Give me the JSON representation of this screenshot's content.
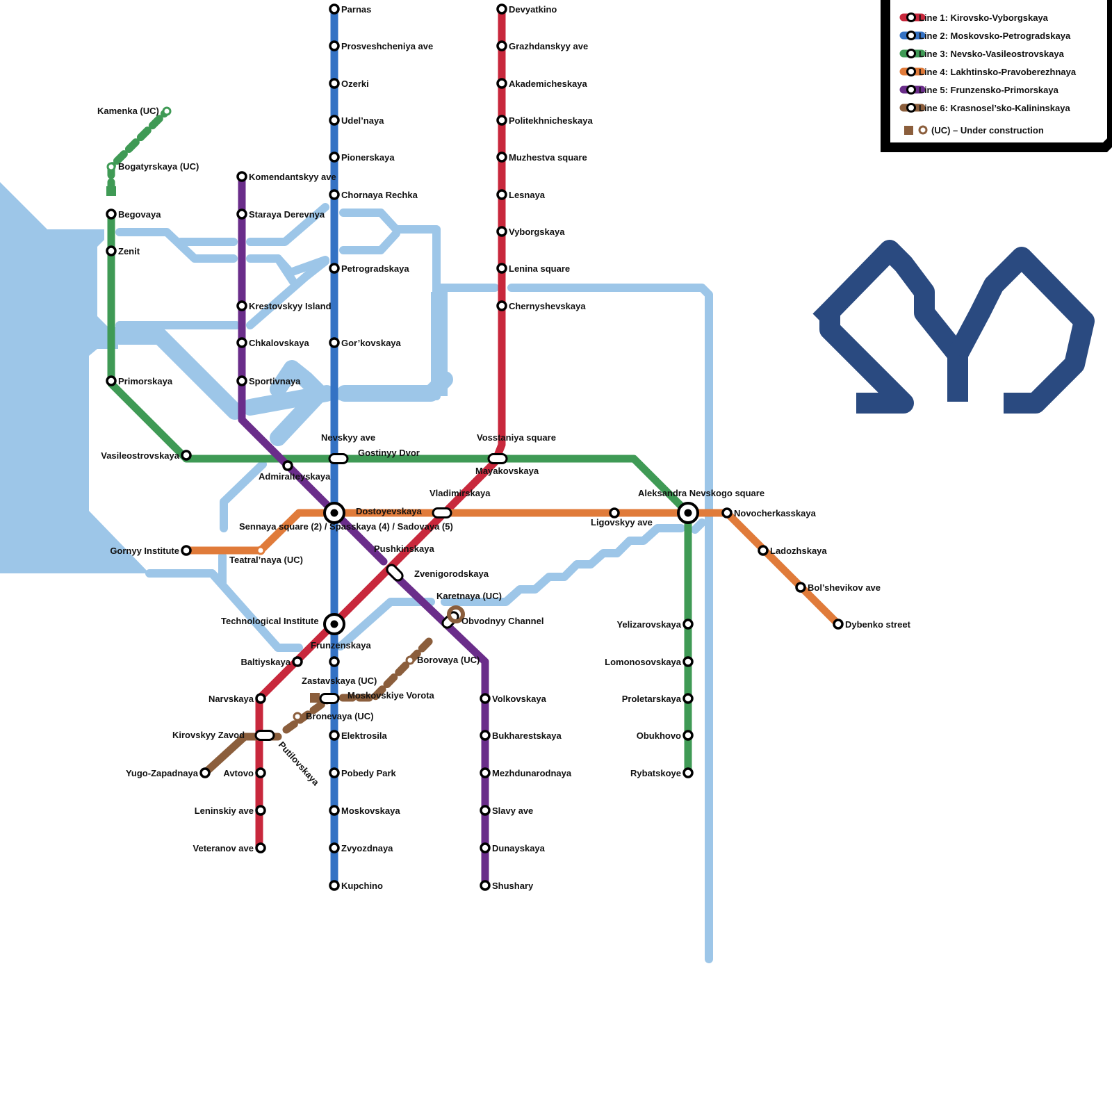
{
  "colors": {
    "water": "#9dc6e8",
    "line1": "#c8283c",
    "line2": "#3472c4",
    "line3": "#3f9a55",
    "line4": "#e07b3a",
    "line5": "#6a2d8a",
    "line6": "#8b5e3c",
    "logo": "#2a4a80"
  },
  "logo": {
    "name": "spb-metro-logo-icon"
  },
  "legend": {
    "items": [
      {
        "id": "line1",
        "label": "Line 1: Kirovsko-Vyborgskaya",
        "color": "#c8283c"
      },
      {
        "id": "line2",
        "label": "Line 2: Moskovsko-Petrogradskaya",
        "color": "#3472c4"
      },
      {
        "id": "line3",
        "label": "Line 3: Nevsko-Vasileostrovskaya",
        "color": "#3f9a55"
      },
      {
        "id": "line4",
        "label": "Line 4: Lakhtinsko-Pravoberezhnaya",
        "color": "#e07b3a"
      },
      {
        "id": "line5",
        "label": "Line 5: Frunzensko-Primorskaya",
        "color": "#6a2d8a"
      },
      {
        "id": "line6",
        "label": "Line 6: Krasnosel’sko-Kalininskaya",
        "color": "#8b5e3c"
      }
    ],
    "uc_label": "(UC) – Under construction"
  },
  "stations": [
    {
      "key": "parnas",
      "name": "Parnas"
    },
    {
      "key": "prosveshcheniya",
      "name": "Prosveshcheniya ave"
    },
    {
      "key": "ozerki",
      "name": "Ozerki"
    },
    {
      "key": "udelnaya",
      "name": "Udel’naya"
    },
    {
      "key": "pionerskaya",
      "name": "Pionerskaya"
    },
    {
      "key": "chornaya",
      "name": "Chornaya Rechka"
    },
    {
      "key": "petrogradskaya",
      "name": "Petrogradskaya"
    },
    {
      "key": "gorkovskaya",
      "name": "Gor’kovskaya"
    },
    {
      "key": "nevskyy",
      "name": "Nevskyy ave"
    },
    {
      "key": "gostinyy",
      "name": "Gostinyy Dvor"
    },
    {
      "key": "sennaya",
      "name": "Sennaya square (2) / Spasskaya (4) / Sadovaya (5)"
    },
    {
      "key": "technological",
      "name": "Technological Institute"
    },
    {
      "key": "frunzenskaya",
      "name": "Frunzenskaya"
    },
    {
      "key": "moskovskiye",
      "name": "Moskovskiye Vorota"
    },
    {
      "key": "elektrosila",
      "name": "Elektrosila"
    },
    {
      "key": "pobedy",
      "name": "Pobedy Park"
    },
    {
      "key": "moskovskaya",
      "name": "Moskovskaya"
    },
    {
      "key": "zvyozdnaya",
      "name": "Zvyozdnaya"
    },
    {
      "key": "kupchino",
      "name": "Kupchino"
    },
    {
      "key": "devyatkino",
      "name": "Devyatkino"
    },
    {
      "key": "grazhdanskyy",
      "name": "Grazhdanskyy ave"
    },
    {
      "key": "akademicheskaya",
      "name": "Akademicheskaya"
    },
    {
      "key": "politekh",
      "name": "Politekhnicheskaya"
    },
    {
      "key": "muzhestva",
      "name": "Muzhestva square"
    },
    {
      "key": "lesnaya",
      "name": "Lesnaya"
    },
    {
      "key": "vyborgskaya",
      "name": "Vyborgskaya"
    },
    {
      "key": "lenina",
      "name": "Lenina square"
    },
    {
      "key": "chernyshevskaya",
      "name": "Chernyshevskaya"
    },
    {
      "key": "vosstaniya",
      "name": "Vosstaniya square"
    },
    {
      "key": "mayakovskaya",
      "name": "Mayakovskaya"
    },
    {
      "key": "vladimirskaya",
      "name": "Vladimirskaya"
    },
    {
      "key": "dostoyevskaya",
      "name": "Dostoyevskaya"
    },
    {
      "key": "pushkinskaya",
      "name": "Pushkinskaya"
    },
    {
      "key": "baltiyskaya",
      "name": "Baltiyskaya"
    },
    {
      "key": "narvskaya",
      "name": "Narvskaya"
    },
    {
      "key": "kirovskyy",
      "name": "Kirovskyy Zavod"
    },
    {
      "key": "avtovo",
      "name": "Avtovo"
    },
    {
      "key": "leninskiy",
      "name": "Leninskiy ave"
    },
    {
      "key": "veteranov",
      "name": "Veteranov ave"
    },
    {
      "key": "kamenka",
      "name": "Kamenka (UC)"
    },
    {
      "key": "bogatyrskaya",
      "name": "Bogatyrskaya (UC)"
    },
    {
      "key": "begovaya",
      "name": "Begovaya"
    },
    {
      "key": "zenit",
      "name": "Zenit"
    },
    {
      "key": "primorskaya",
      "name": "Primorskaya"
    },
    {
      "key": "vasileostrovskaya",
      "name": "Vasileostrovskaya"
    },
    {
      "key": "admiralteyskaya",
      "name": "Admiralteyskaya"
    },
    {
      "key": "aleksandra",
      "name": "Aleksandra Nevskogo square"
    },
    {
      "key": "yelizarovskaya",
      "name": "Yelizarovskaya"
    },
    {
      "key": "lomonosovskaya",
      "name": "Lomonosovskaya"
    },
    {
      "key": "proletarskaya",
      "name": "Proletarskaya"
    },
    {
      "key": "obukhovo",
      "name": "Obukhovo"
    },
    {
      "key": "rybatskoye",
      "name": "Rybatskoye"
    },
    {
      "key": "gornyy",
      "name": "Gornyy Institute"
    },
    {
      "key": "teatralnaya",
      "name": "Teatral’naya (UC)"
    },
    {
      "key": "ligovskyy",
      "name": "Ligovskyy ave"
    },
    {
      "key": "novocherkasskaya",
      "name": "Novocherkasskaya"
    },
    {
      "key": "ladozhskaya",
      "name": "Ladozhskaya"
    },
    {
      "key": "bolshevikov",
      "name": "Bol’shevikov ave"
    },
    {
      "key": "dybenko",
      "name": "Dybenko street"
    },
    {
      "key": "komendantskyy",
      "name": "Komendantskyy ave"
    },
    {
      "key": "staraya",
      "name": "Staraya Derevnya"
    },
    {
      "key": "krestovskyy",
      "name": "Krestovskyy Island"
    },
    {
      "key": "chkalovskaya",
      "name": "Chkalovskaya"
    },
    {
      "key": "sportivnaya",
      "name": "Sportivnaya"
    },
    {
      "key": "zvenigorodskaya",
      "name": "Zvenigorodskaya"
    },
    {
      "key": "obvodnyy",
      "name": "Obvodnyy Channel"
    },
    {
      "key": "volkovskaya",
      "name": "Volkovskaya"
    },
    {
      "key": "bukharestskaya",
      "name": "Bukharestskaya"
    },
    {
      "key": "mezhdunarodnaya",
      "name": "Mezhdunarodnaya"
    },
    {
      "key": "slavy",
      "name": "Slavy ave"
    },
    {
      "key": "dunayskaya",
      "name": "Dunayskaya"
    },
    {
      "key": "shushary",
      "name": "Shushary"
    },
    {
      "key": "yugo",
      "name": "Yugo-Zapadnaya"
    },
    {
      "key": "putilovskaya",
      "name": "Putilovskaya"
    },
    {
      "key": "bronevaya",
      "name": "Bronevaya (UC)"
    },
    {
      "key": "zastavskaya",
      "name": "Zastavskaya (UC)"
    },
    {
      "key": "borovaya",
      "name": "Borovaya (UC)"
    },
    {
      "key": "karetnaya",
      "name": "Karetnaya (UC)"
    }
  ]
}
